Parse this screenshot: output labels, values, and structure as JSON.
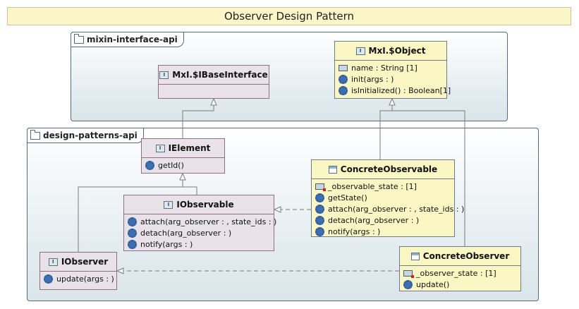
{
  "diagram_title": "Observer Design Pattern",
  "packages": {
    "mixin": {
      "name": "mixin-interface-api"
    },
    "design": {
      "name": "design-patterns-api"
    }
  },
  "classes": {
    "ibase": {
      "name": "MxI.$IBaseInterface",
      "kind": "interface",
      "members": []
    },
    "mxobject": {
      "name": "MxI.$Object",
      "kind": "class",
      "members": [
        {
          "icon": "field-icon",
          "text": "name : String [1]"
        },
        {
          "icon": "method-icon",
          "text": "init(args : )"
        },
        {
          "icon": "method-icon",
          "text": "isInitialized() : Boolean[1]"
        }
      ]
    },
    "ielement": {
      "name": "IElement",
      "kind": "interface",
      "members": [
        {
          "icon": "method-icon",
          "text": "getId()"
        }
      ]
    },
    "iobservable": {
      "name": "IObservable",
      "kind": "interface",
      "members": [
        {
          "icon": "method-icon",
          "text": "attach(arg_observer : , state_ids : )"
        },
        {
          "icon": "method-icon",
          "text": "detach(arg_observer : )"
        },
        {
          "icon": "method-icon",
          "text": "notify(args : )"
        }
      ]
    },
    "iobserver": {
      "name": "IObserver",
      "kind": "interface",
      "members": [
        {
          "icon": "method-icon",
          "text": "update(args : )"
        }
      ]
    },
    "concreteobservable": {
      "name": "ConcreteObservable",
      "kind": "class",
      "members": [
        {
          "icon": "private-field-icon",
          "text": "_observable_state :  [1]"
        },
        {
          "icon": "method-icon",
          "text": "getState()"
        },
        {
          "icon": "method-icon",
          "text": "attach(arg_observer : , state_ids : )"
        },
        {
          "icon": "method-icon",
          "text": "detach(arg_observer : )"
        },
        {
          "icon": "method-icon",
          "text": "notify(args : )"
        }
      ]
    },
    "concreteobserver": {
      "name": "ConcreteObserver",
      "kind": "class",
      "members": [
        {
          "icon": "private-field-icon",
          "text": "_observer_state :  [1]"
        },
        {
          "icon": "method-icon",
          "text": "update()"
        }
      ]
    }
  },
  "relations": [
    {
      "from": "IElement",
      "to": "MxI.$IBaseInterface",
      "type": "generalization"
    },
    {
      "from": "IObservable",
      "to": "IElement",
      "type": "generalization"
    },
    {
      "from": "IObserver",
      "to": "IElement",
      "type": "generalization"
    },
    {
      "from": "ConcreteObservable",
      "to": "MxI.$Object",
      "type": "generalization"
    },
    {
      "from": "ConcreteObserver",
      "to": "MxI.$Object",
      "type": "generalization"
    },
    {
      "from": "ConcreteObservable",
      "to": "IObservable",
      "type": "realization"
    },
    {
      "from": "ConcreteObserver",
      "to": "IObserver",
      "type": "realization"
    }
  ]
}
